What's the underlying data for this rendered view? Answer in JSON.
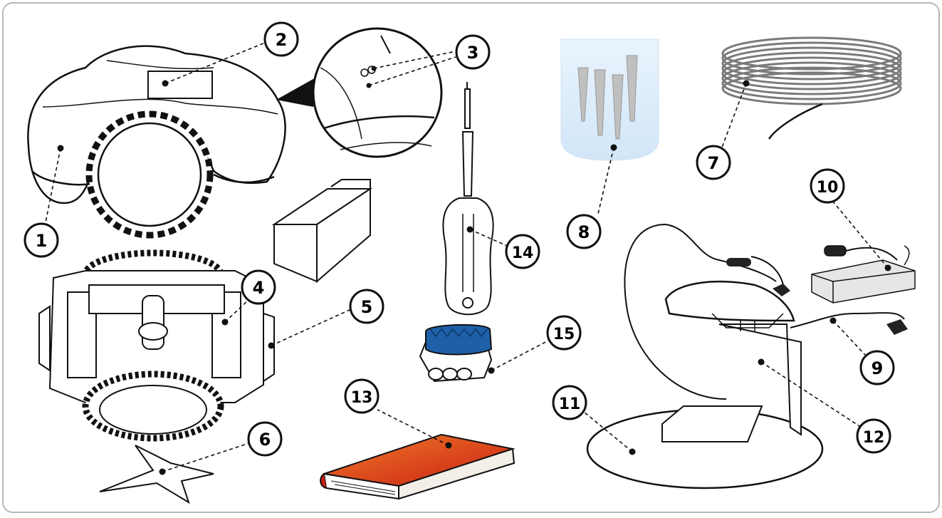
{
  "callouts": [
    {
      "id": "1",
      "label": "1"
    },
    {
      "id": "2",
      "label": "2"
    },
    {
      "id": "3",
      "label": "3"
    },
    {
      "id": "4",
      "label": "4"
    },
    {
      "id": "5",
      "label": "5"
    },
    {
      "id": "6",
      "label": "6"
    },
    {
      "id": "7",
      "label": "7"
    },
    {
      "id": "8",
      "label": "8"
    },
    {
      "id": "9",
      "label": "9"
    },
    {
      "id": "10",
      "label": "10"
    },
    {
      "id": "11",
      "label": "11"
    },
    {
      "id": "12",
      "label": "12"
    },
    {
      "id": "13",
      "label": "13"
    },
    {
      "id": "14",
      "label": "14"
    },
    {
      "id": "15",
      "label": "15"
    }
  ],
  "colors": {
    "frame_border": "#b8b8b8",
    "line": "#111111",
    "book_cover": "#e2401c",
    "book_cover_dark": "#c1260f",
    "connector_cap": "#1f5fa8",
    "bag": "#dfeefb",
    "wire_coil": "#7a7a7a"
  }
}
